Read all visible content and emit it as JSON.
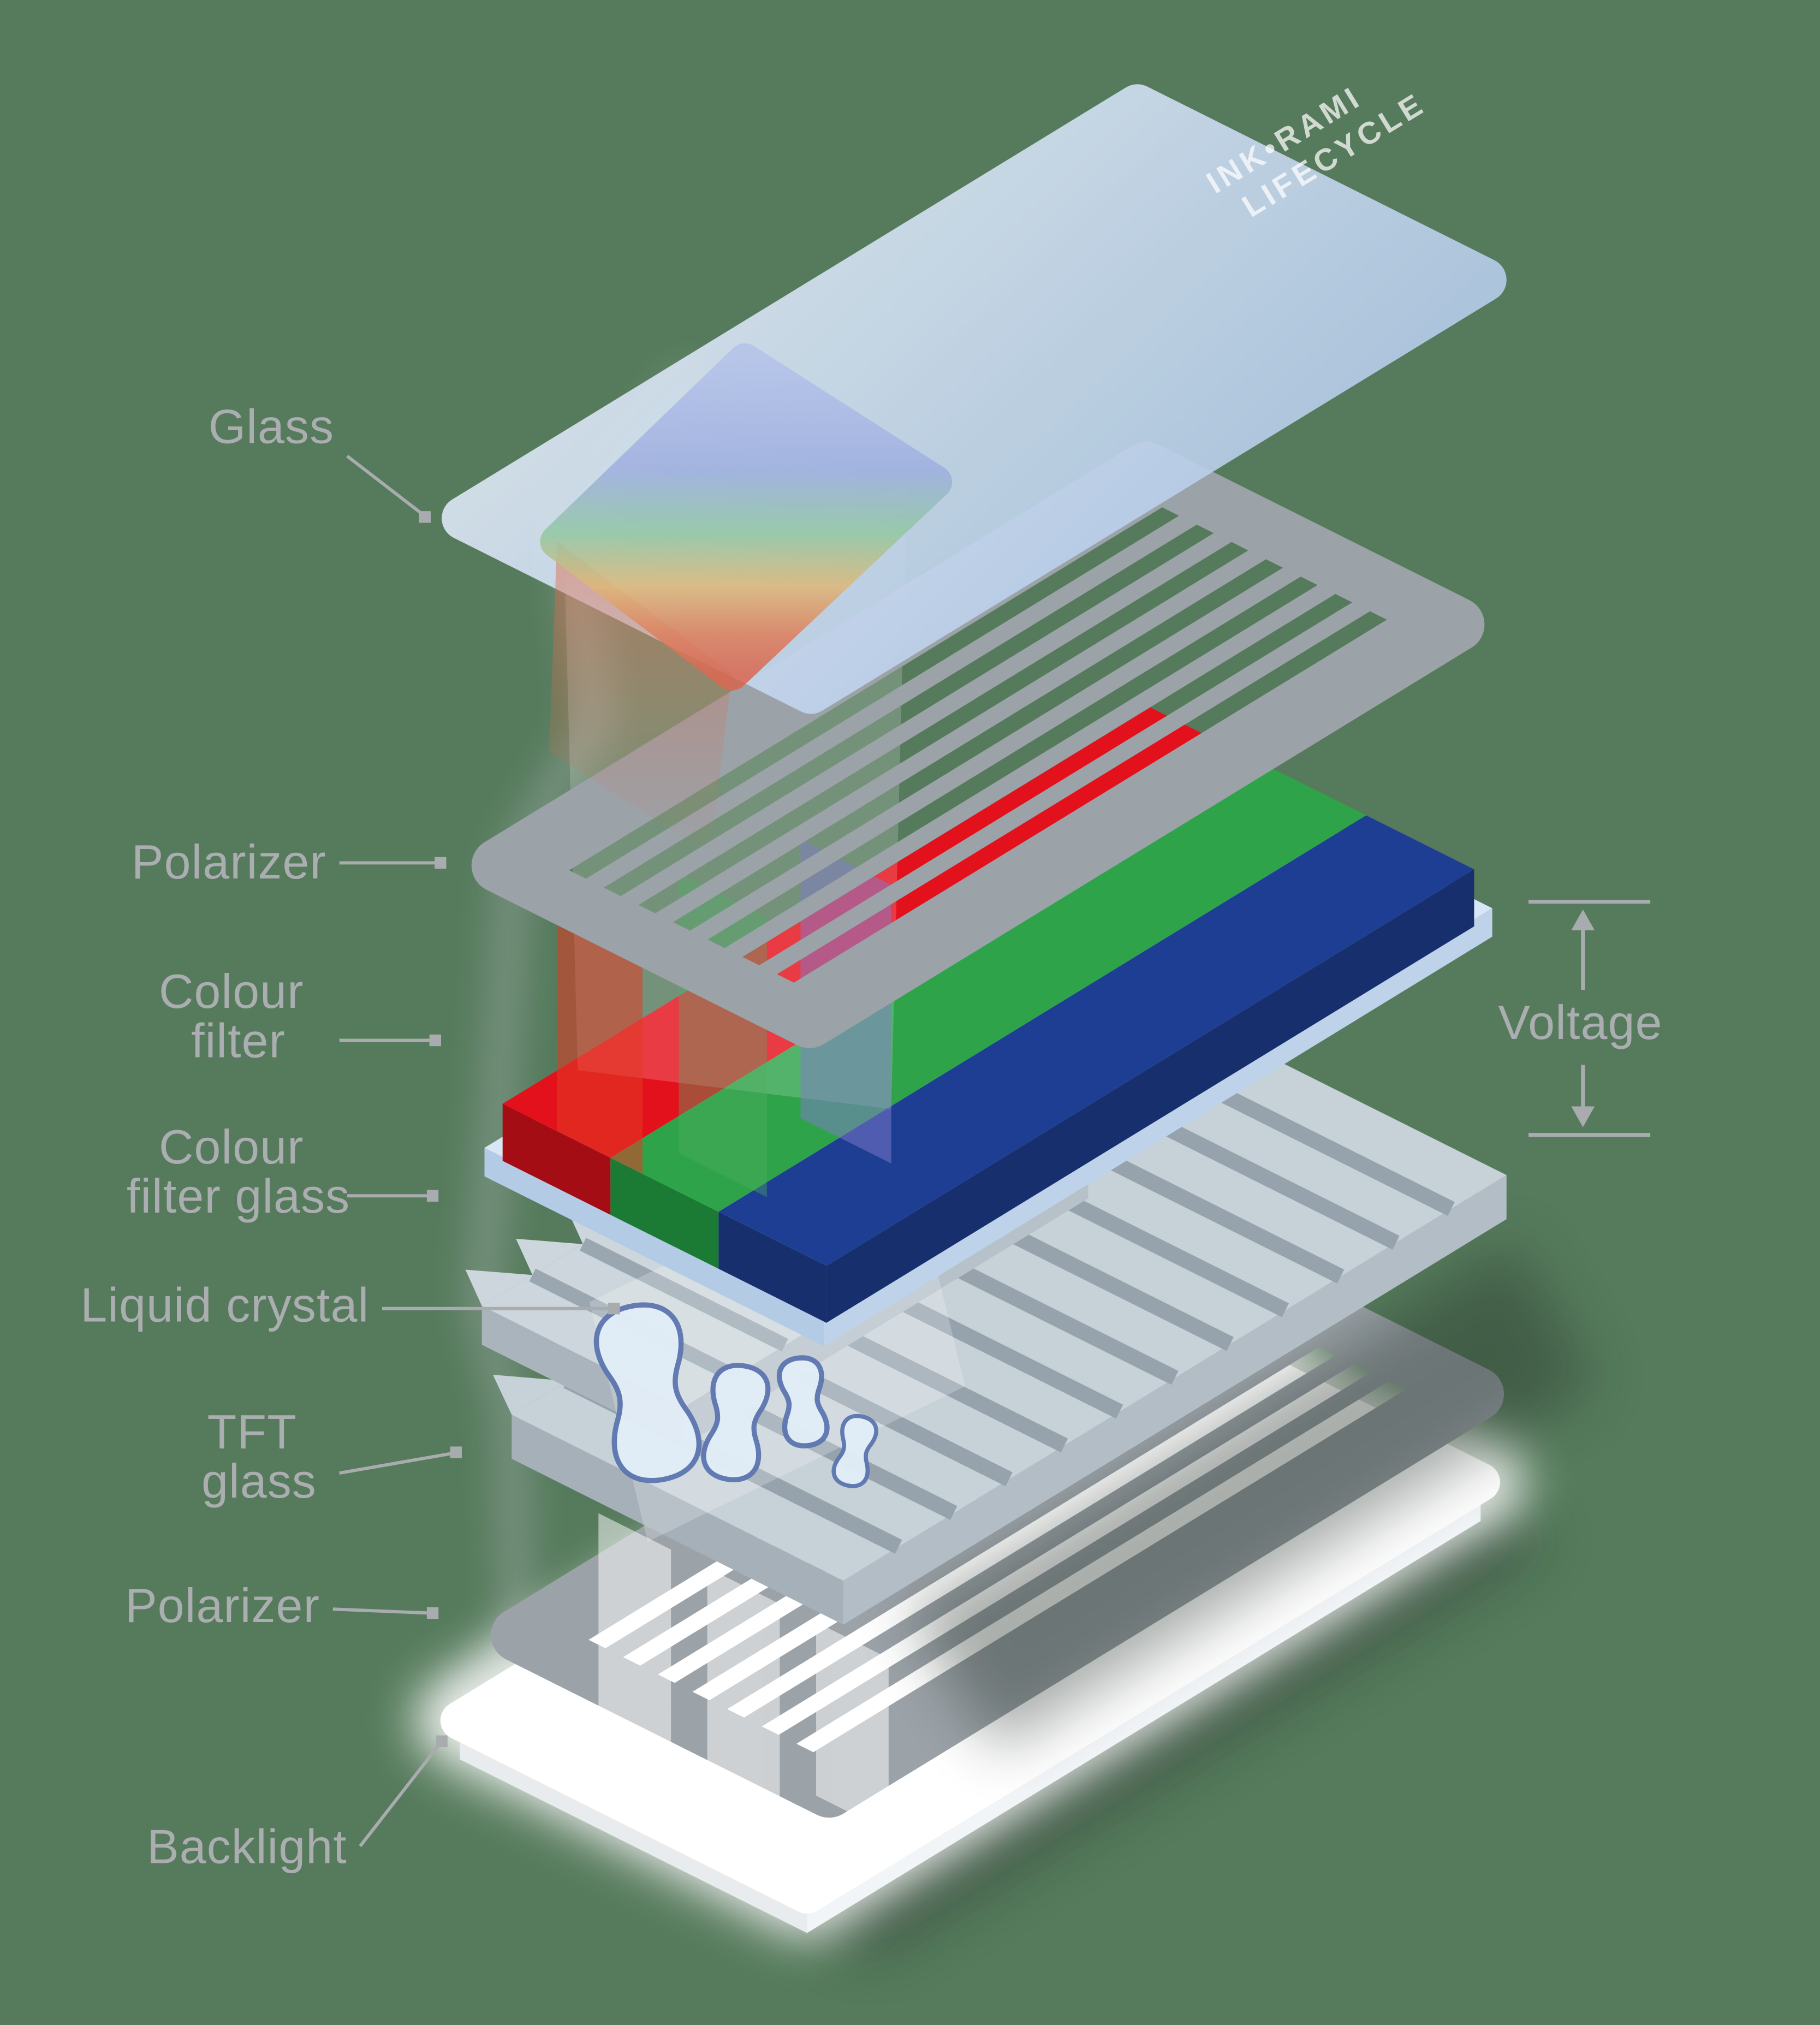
{
  "diagram": {
    "background_color": "#567b5c",
    "label_color": "#abaeb0",
    "labels": {
      "glass": "Glass",
      "polarizer_top": "Polarizer",
      "colour_filter_l1": "Colour",
      "colour_filter_l2": "filter",
      "colour_filter_glass_l1": "Colour",
      "colour_filter_glass_l2": "filter glass",
      "liquid_crystal": "Liquid crystal",
      "tft_glass_l1": "TFT",
      "tft_glass_l2": "glass",
      "polarizer_bottom": "Polarizer",
      "backlight": "Backlight",
      "voltage": "Voltage"
    },
    "logo": {
      "line1": "INK•RAMI",
      "line2": "LIFECYCLE"
    },
    "layer_colors": {
      "red": "#e3111c",
      "red_dark": "#a30d13",
      "green": "#2fa34a",
      "green_dark": "#1b7a33",
      "blue": "#1d3e92",
      "blue_dark": "#172f6d",
      "colour_filter_glass": "#d8e7f5",
      "polarizer": "#9ba2a8",
      "tft": "#c7d1d8",
      "backlight": "#ffffff",
      "glass_tint": "#c4d6ee"
    }
  }
}
